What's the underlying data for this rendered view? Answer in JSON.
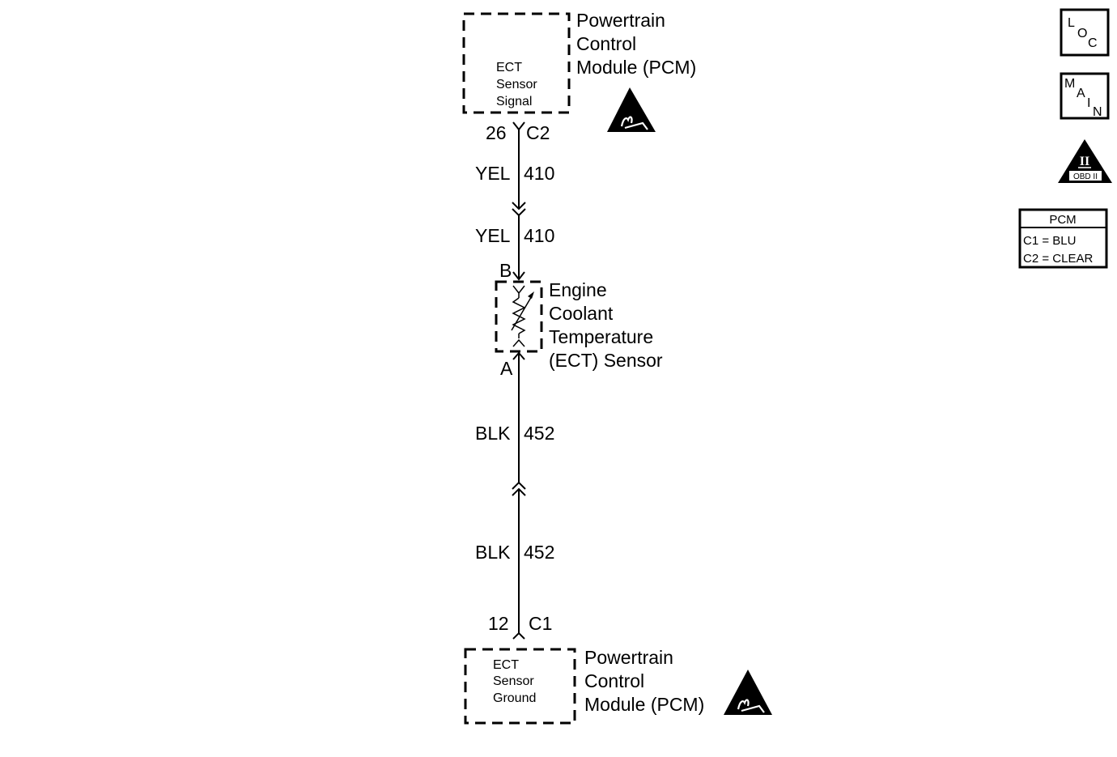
{
  "pcm_top": {
    "title_lines": [
      "Powertrain",
      "Control",
      "Module (PCM)"
    ],
    "inner_lines": [
      "ECT",
      "Sensor",
      "Signal"
    ],
    "pin": "26",
    "connector": "C2"
  },
  "wire_signal": {
    "upper": {
      "color": "YEL",
      "circuit": "410"
    },
    "lower": {
      "color": "YEL",
      "circuit": "410"
    }
  },
  "sensor": {
    "title_lines": [
      "Engine",
      "Coolant",
      "Temperature",
      "(ECT) Sensor"
    ],
    "pin_top": "B",
    "pin_bottom": "A"
  },
  "wire_ground": {
    "upper": {
      "color": "BLK",
      "circuit": "452"
    },
    "lower": {
      "color": "BLK",
      "circuit": "452"
    }
  },
  "pcm_bottom": {
    "title_lines": [
      "Powertrain",
      "Control",
      "Module (PCM)"
    ],
    "inner_lines": [
      "ECT",
      "Sensor",
      "Ground"
    ],
    "pin": "12",
    "connector": "C1"
  },
  "side_icons": {
    "loc": [
      "L",
      "O",
      "C"
    ],
    "main": [
      "M",
      "A",
      "I",
      "N"
    ],
    "obd": {
      "numeral": "II",
      "label": "OBD II"
    }
  },
  "pcm_legend": {
    "header": "PCM",
    "rows": [
      "C1 = BLU",
      "C2 = CLEAR"
    ]
  },
  "icons": {
    "esd_top": "esd-warning-icon",
    "esd_bottom": "esd-warning-icon"
  }
}
